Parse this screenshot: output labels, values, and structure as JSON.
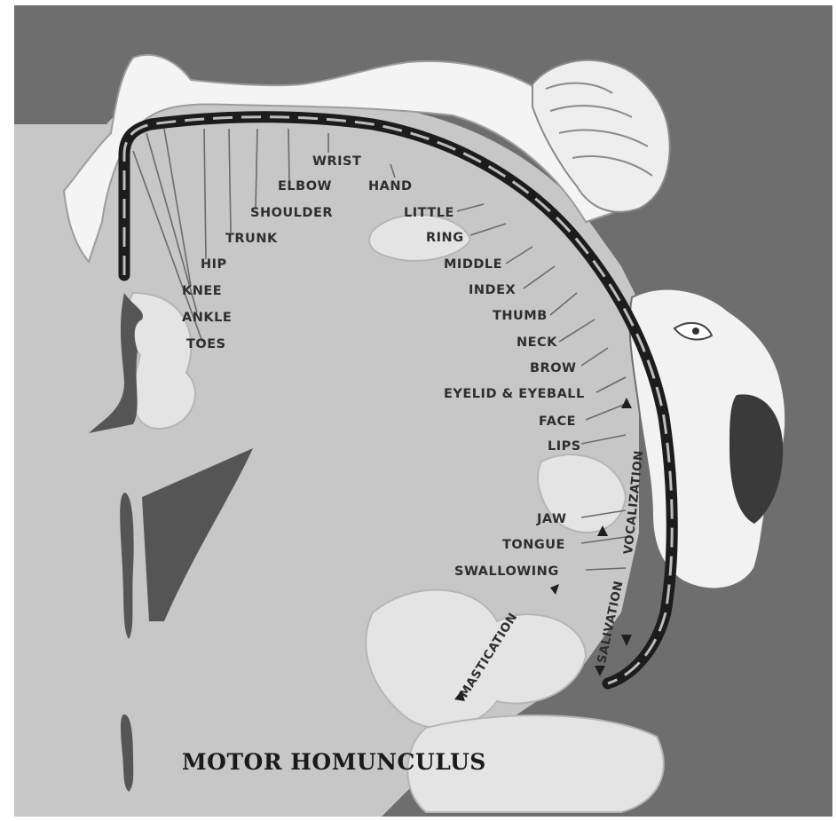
{
  "title": "MOTOR HOMUNCULUS",
  "body_parts": {
    "toes": "TOES",
    "ankle": "ANKLE",
    "knee": "KNEE",
    "hip": "HIP",
    "trunk": "TRUNK",
    "shoulder": "SHOULDER",
    "elbow": "ELBOW",
    "wrist": "WRIST",
    "hand": "HAND",
    "little": "LITTLE",
    "ring": "RING",
    "middle": "MIDDLE",
    "index": "INDEX",
    "thumb": "THUMB",
    "neck": "NECK",
    "brow": "BROW",
    "eyelid": "EYELID & EYEBALL",
    "face": "FACE",
    "lips": "LIPS",
    "jaw": "JAW",
    "tongue": "TONGUE",
    "swallowing": "SWALLOWING"
  },
  "functions": {
    "vocalization": "VOCALIZATION",
    "salivation": "SALIVATION",
    "mastication": "MASTICATION"
  },
  "colors": {
    "background": "#6f6f6f",
    "brain": "#c9c9c9",
    "gyrus": "#e6e6e6",
    "cortex_band": "#1e1e1e",
    "figure": "#f4f4f4"
  }
}
